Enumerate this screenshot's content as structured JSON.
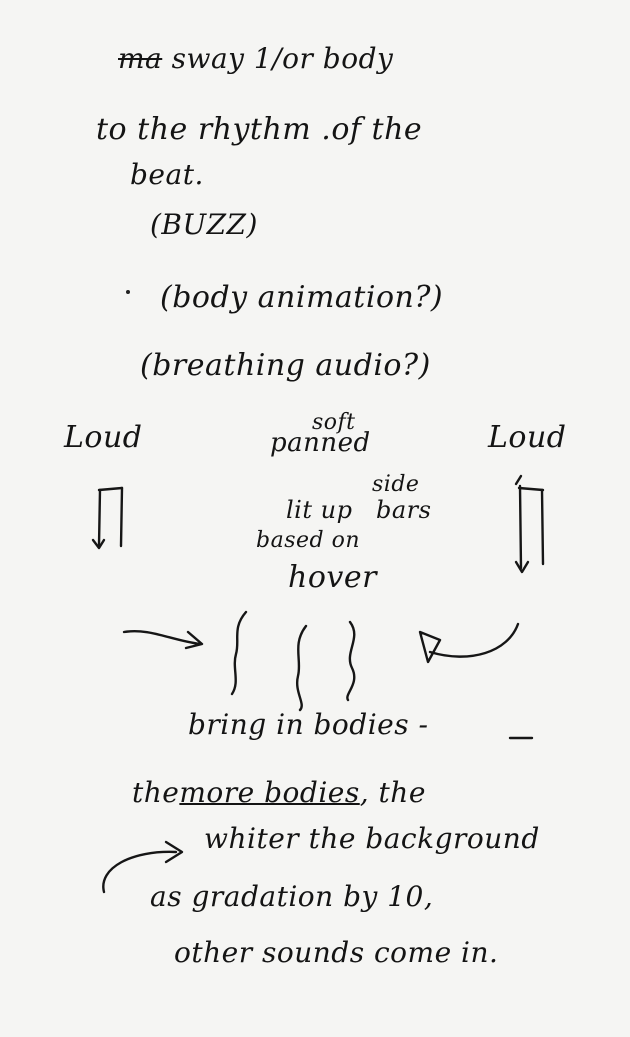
{
  "note": {
    "line1_struck": "ma",
    "line1_rest": "sway 1/or body",
    "line2": "to the rhythm .of the",
    "line3": "beat.",
    "line4": "(BUZZ)",
    "line5": "(body animation?)",
    "line6": "(breathing audio?)",
    "loud_left": "Loud",
    "loud_right": "Loud",
    "soft": "soft",
    "panned": "panned",
    "side": "side",
    "lit_up": "lit up",
    "bars": "bars",
    "based_on": "based on",
    "hover": "hover",
    "bring_in": "bring in bodies -",
    "more_bodies_pre": "the",
    "more_bodies_underlined": "more bodies",
    "more_bodies_post": ", the",
    "whiter": "whiter the background",
    "gradation": "as gradation by 10,",
    "other_sounds": "other sounds come in."
  }
}
